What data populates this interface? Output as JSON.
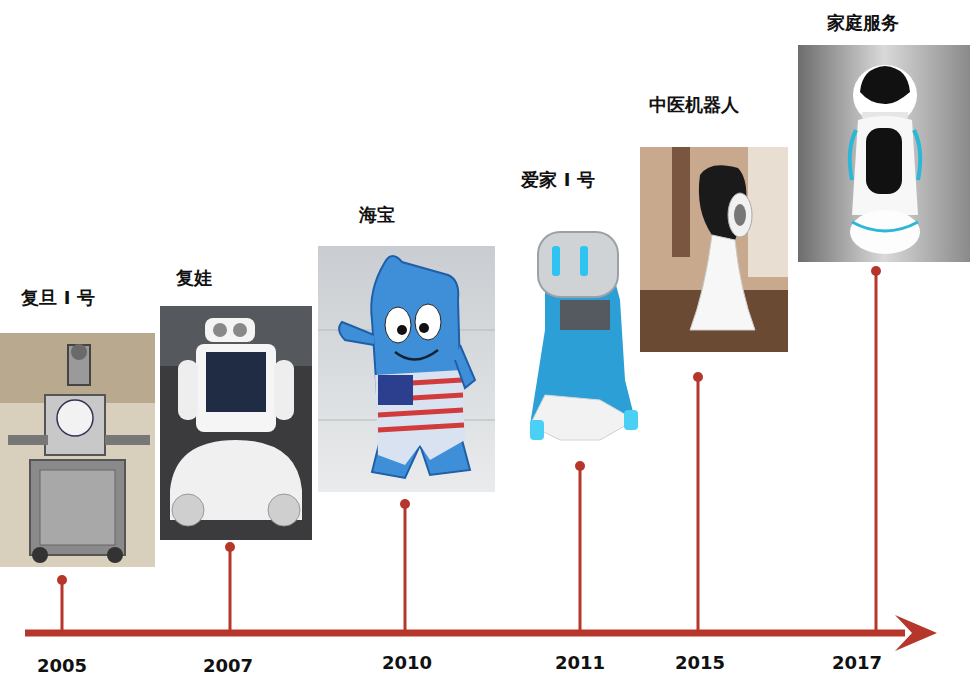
{
  "diagram": {
    "labels": [
      "复旦 I 号",
      "2005",
      "复娃",
      "2007",
      "海宝",
      "2010",
      "爱家 I 号",
      "2011",
      "中医机器人",
      "2015",
      "家庭服务",
      "2017"
    ]
  }
}
